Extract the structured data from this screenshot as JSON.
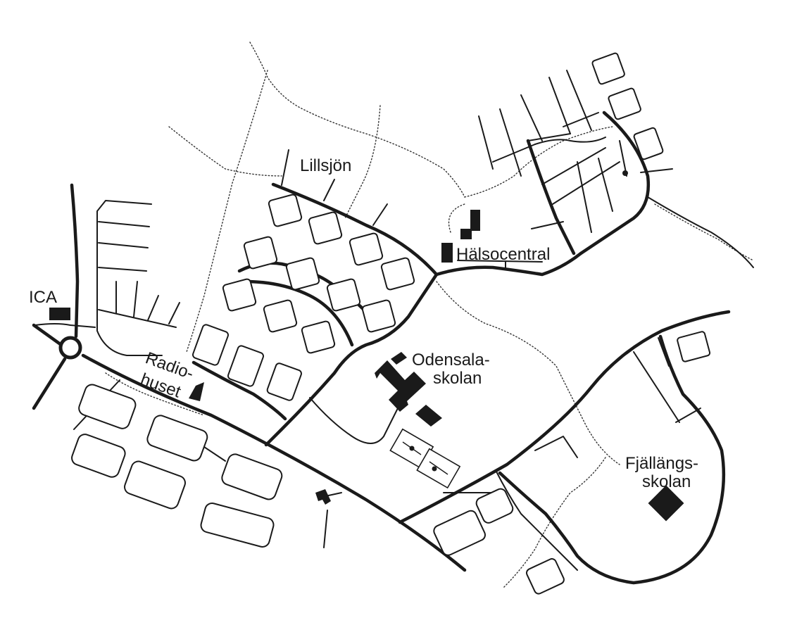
{
  "labels": {
    "ica": "ICA",
    "lillsjon": "Lillsjön",
    "halsocentral": "Hälsocentral",
    "radiohuset_1": "Radio-",
    "radiohuset_2": "huset",
    "odensalaskolan_1": "Odensala-",
    "odensalaskolan_2": "skolan",
    "fjallangsskolan_1": "Fjällängs-",
    "fjallangsskolan_2": "skolan"
  }
}
